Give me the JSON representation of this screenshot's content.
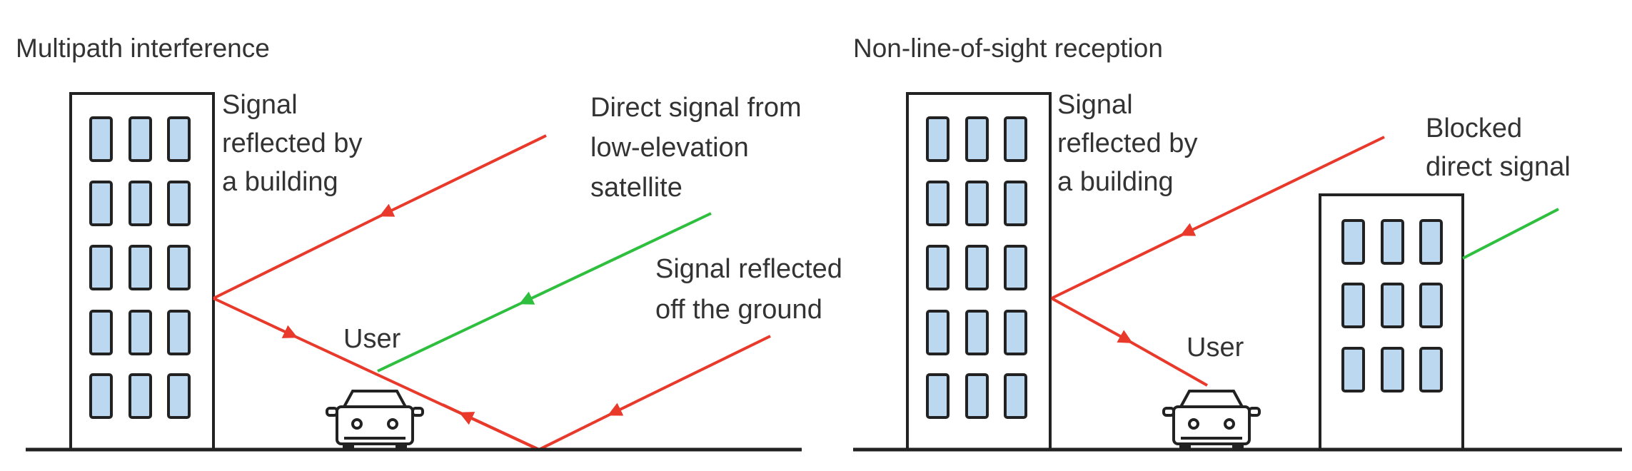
{
  "colors": {
    "reflected_signal": "#e8392b",
    "direct_signal": "#2fbf3f",
    "window_fill": "#bcd7f0",
    "outline": "#222222"
  },
  "left_panel": {
    "title": "Multipath interference",
    "building_label": [
      "Signal",
      "reflected by",
      "a building"
    ],
    "direct_label": [
      "Direct signal from",
      "low-elevation",
      "satellite"
    ],
    "ground_label": [
      "Signal reflected",
      "off the ground"
    ],
    "user_label": "User"
  },
  "right_panel": {
    "title": "Non-line-of-sight reception",
    "building_label": [
      "Signal",
      "reflected by",
      "a building"
    ],
    "blocked_label": [
      "Blocked",
      "direct signal"
    ],
    "user_label": "User"
  }
}
